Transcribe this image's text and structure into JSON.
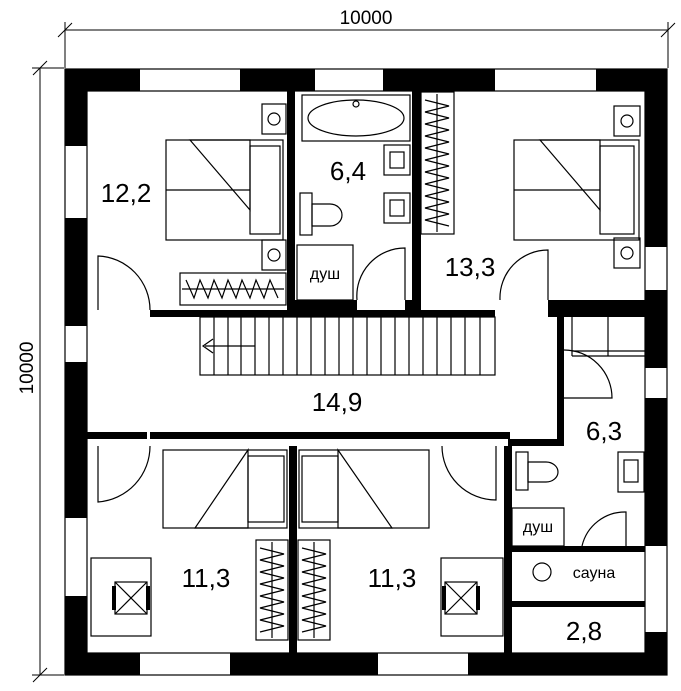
{
  "dimensions": {
    "width": "10000",
    "height": "10000"
  },
  "rooms": {
    "bedroom_top_left": "12,2",
    "bathroom_top": "6,4",
    "bedroom_top_right": "13,3",
    "hall": "14,9",
    "bedroom_bottom_left": "11,3",
    "bedroom_bottom_right": "11,3",
    "bathroom_right": "6,3",
    "sauna_room": "2,8"
  },
  "labels": {
    "shower_top": "душ",
    "shower_bottom": "душ",
    "sauna": "сауна"
  },
  "colors": {
    "wall": "#000000",
    "background": "#ffffff"
  }
}
